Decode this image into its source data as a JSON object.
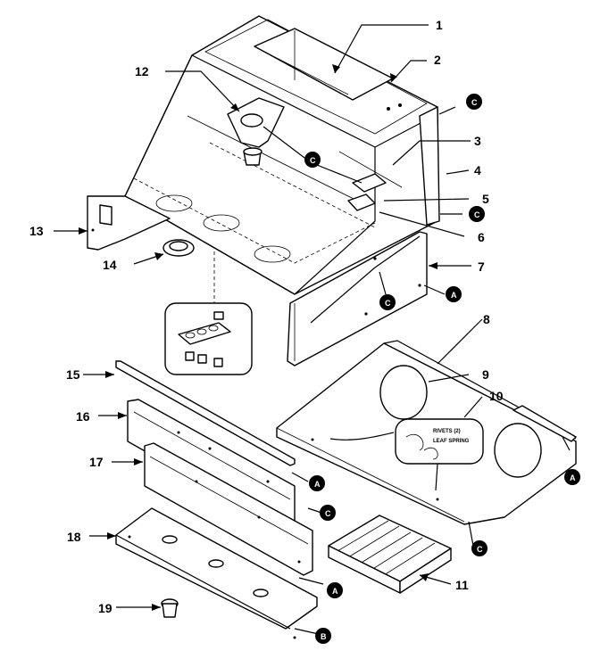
{
  "callouts": [
    {
      "id": "1",
      "label": "1"
    },
    {
      "id": "2",
      "label": "2"
    },
    {
      "id": "3",
      "label": "3"
    },
    {
      "id": "4",
      "label": "4"
    },
    {
      "id": "5",
      "label": "5"
    },
    {
      "id": "6",
      "label": "6"
    },
    {
      "id": "7",
      "label": "7"
    },
    {
      "id": "8",
      "label": "8"
    },
    {
      "id": "9",
      "label": "9"
    },
    {
      "id": "10",
      "label": "10"
    },
    {
      "id": "11",
      "label": "11"
    },
    {
      "id": "12",
      "label": "12"
    },
    {
      "id": "13",
      "label": "13"
    },
    {
      "id": "14",
      "label": "14"
    },
    {
      "id": "15",
      "label": "15"
    },
    {
      "id": "16",
      "label": "16"
    },
    {
      "id": "17",
      "label": "17"
    },
    {
      "id": "18",
      "label": "18"
    },
    {
      "id": "19",
      "label": "19"
    }
  ],
  "refs": {
    "a": "A",
    "b": "B",
    "c": "C"
  },
  "inset": {
    "rivets": "RIVETS (2)",
    "leaf_spring": "LEAF SPRING"
  }
}
